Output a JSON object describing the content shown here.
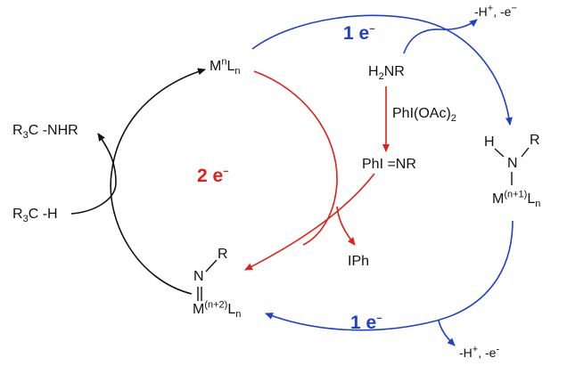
{
  "species": {
    "mn_ln": {
      "base": "M",
      "sup": "n",
      "mid": "L",
      "sub": "n"
    },
    "h2nr": {
      "a": "H",
      "sub": "2",
      "b": "NR"
    },
    "reagent": {
      "a": "PhI(OAc)",
      "sub": "2"
    },
    "phi_nr": "PhI =NR",
    "iph": "IPh",
    "r3c_nhr": {
      "a": "R",
      "sub": "3",
      "b": "C -NHR"
    },
    "r3c_h": {
      "a": "R",
      "sub": "3",
      "b": "C -H"
    },
    "amido_h": "H",
    "amido_r": "R",
    "amido_n": "N",
    "amido_m": {
      "base": "M",
      "sup": "(n+1)",
      "mid": "L",
      "sub": "n"
    },
    "imido_n": "N",
    "imido_r": "R",
    "imido_m": {
      "base": "M",
      "sup": "(n+2)",
      "mid": "L",
      "sub": "n"
    }
  },
  "annotations": {
    "one_e_top": {
      "a": "1 e",
      "sup": "−"
    },
    "one_e_bottom": {
      "a": "1 e",
      "sup": "−"
    },
    "two_e": {
      "a": "2 e",
      "sup": "−"
    },
    "byproduct_top": {
      "a": "-H",
      "sup1": "+",
      "b": ", -e",
      "sup2": "−"
    },
    "byproduct_bottom": {
      "a": "-H",
      "sup1": "+",
      "b": ", -e",
      "sup2": "-"
    }
  },
  "colors": {
    "one_electron_path": "#1f3fcf",
    "two_electron_path": "#e0201a",
    "cycle": "#111111"
  }
}
